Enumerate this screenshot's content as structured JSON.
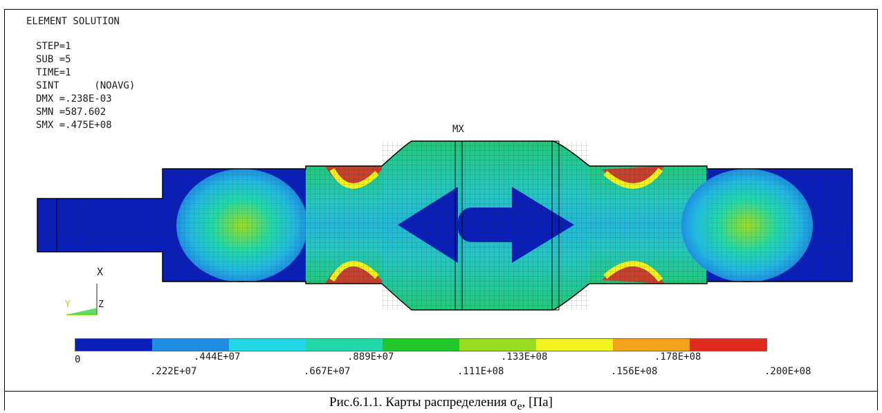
{
  "plot": {
    "title": "ELEMENT SOLUTION",
    "info_lines": [
      "STEP=1",
      "SUB =5",
      "TIME=1",
      "SINT      (NOAVG)",
      "DMX =.238E-03",
      "SMN =587.602",
      "SMX =.475E+08"
    ],
    "max_marker": "MX",
    "triad": {
      "x": "X",
      "y": "Y",
      "z": "Z"
    }
  },
  "legend": {
    "colors": [
      "#0a1fb8",
      "#1f8ee0",
      "#22d8e6",
      "#22d8a8",
      "#22c82a",
      "#9adc22",
      "#f2f21e",
      "#f2a21e",
      "#e02a1e"
    ],
    "labels_top": [
      "0",
      ".444E+07",
      ".889E+07",
      ".133E+08",
      ".178E+08"
    ],
    "labels_bottom": [
      ".222E+07",
      ".667E+07",
      ".111E+08",
      ".156E+08",
      ".200E+08"
    ]
  },
  "caption": "Рис.6.1.1. Карты распределения σ",
  "caption_sub": "e",
  "caption_tail": ", [Па]"
}
